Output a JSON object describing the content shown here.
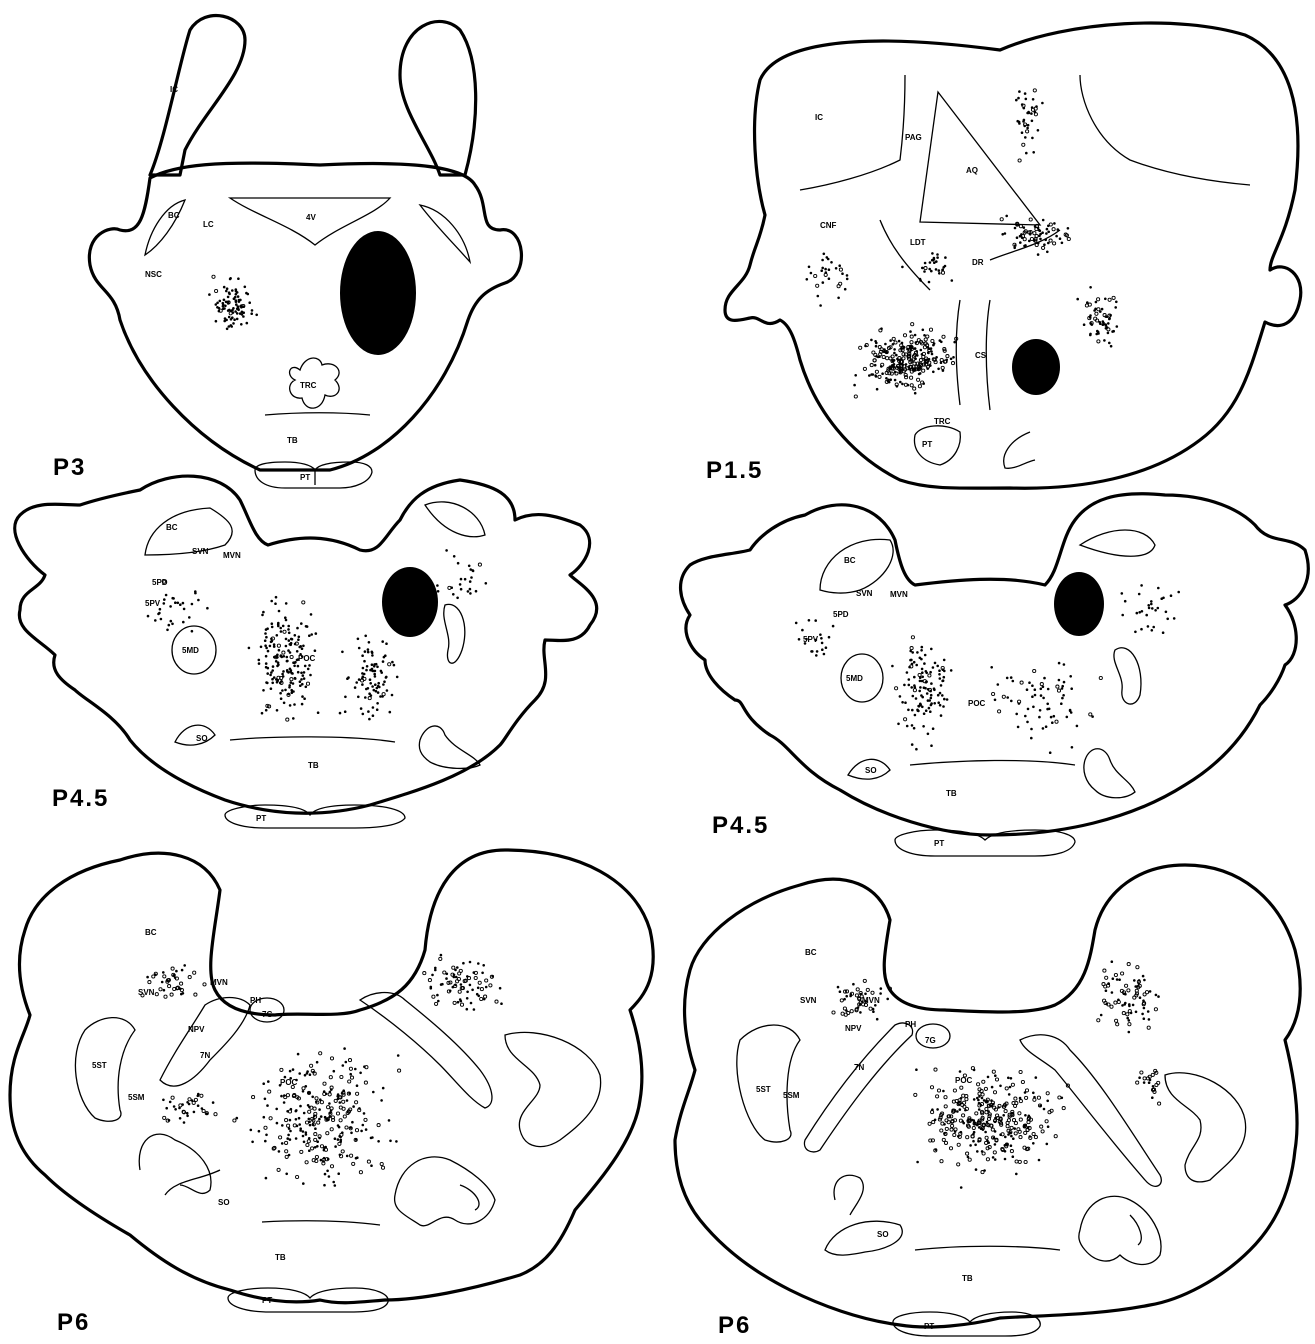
{
  "panels": [
    {
      "id": "p3",
      "label": "P3",
      "structures": {
        "ic": "IC",
        "bc": "BC",
        "lc": "LC",
        "v4": "4V",
        "nsc": "NSC",
        "trc": "TRC",
        "tb": "TB",
        "pt": "PT"
      }
    },
    {
      "id": "p15",
      "label": "P1.5",
      "structures": {
        "ic": "IC",
        "pag": "PAG",
        "aq": "AQ",
        "cnf": "CNF",
        "ldt": "LDT",
        "dr": "DR",
        "cs": "CS",
        "trc": "TRC",
        "pt": "PT"
      }
    },
    {
      "id": "p45a",
      "label": "P4.5",
      "structures": {
        "bc": "BC",
        "svn": "SVN",
        "mvn": "MVN",
        "spd": "5PD",
        "spv": "5PV",
        "smd": "5MD",
        "poc": "POC",
        "so": "SO",
        "tb": "TB",
        "pt": "PT"
      }
    },
    {
      "id": "p45b",
      "label": "P4.5",
      "structures": {
        "bc": "BC",
        "svn": "SVN",
        "mvn": "MVN",
        "spd": "5PD",
        "spv": "5PV",
        "smd": "5MD",
        "poc": "POC",
        "so": "SO",
        "tb": "TB",
        "pt": "PT"
      }
    },
    {
      "id": "p6a",
      "label": "P6",
      "structures": {
        "bc": "BC",
        "svn": "SVN",
        "mvn": "MVN",
        "ph": "PH",
        "g7": "7G",
        "npv": "NPV",
        "n7": "7N",
        "sst": "5ST",
        "ssm": "5SM",
        "poc": "POC",
        "so": "SO",
        "tb": "TB",
        "pt": "PT"
      }
    },
    {
      "id": "p6b",
      "label": "P6",
      "structures": {
        "bc": "BC",
        "svn": "SVN",
        "mvn": "MVN",
        "ph": "PH",
        "g7": "7G",
        "npv": "NPV",
        "n7": "7N",
        "sst": "5ST",
        "ssm": "5SM",
        "poc": "POC",
        "so": "SO",
        "tb": "TB",
        "pt": "PT"
      }
    }
  ]
}
